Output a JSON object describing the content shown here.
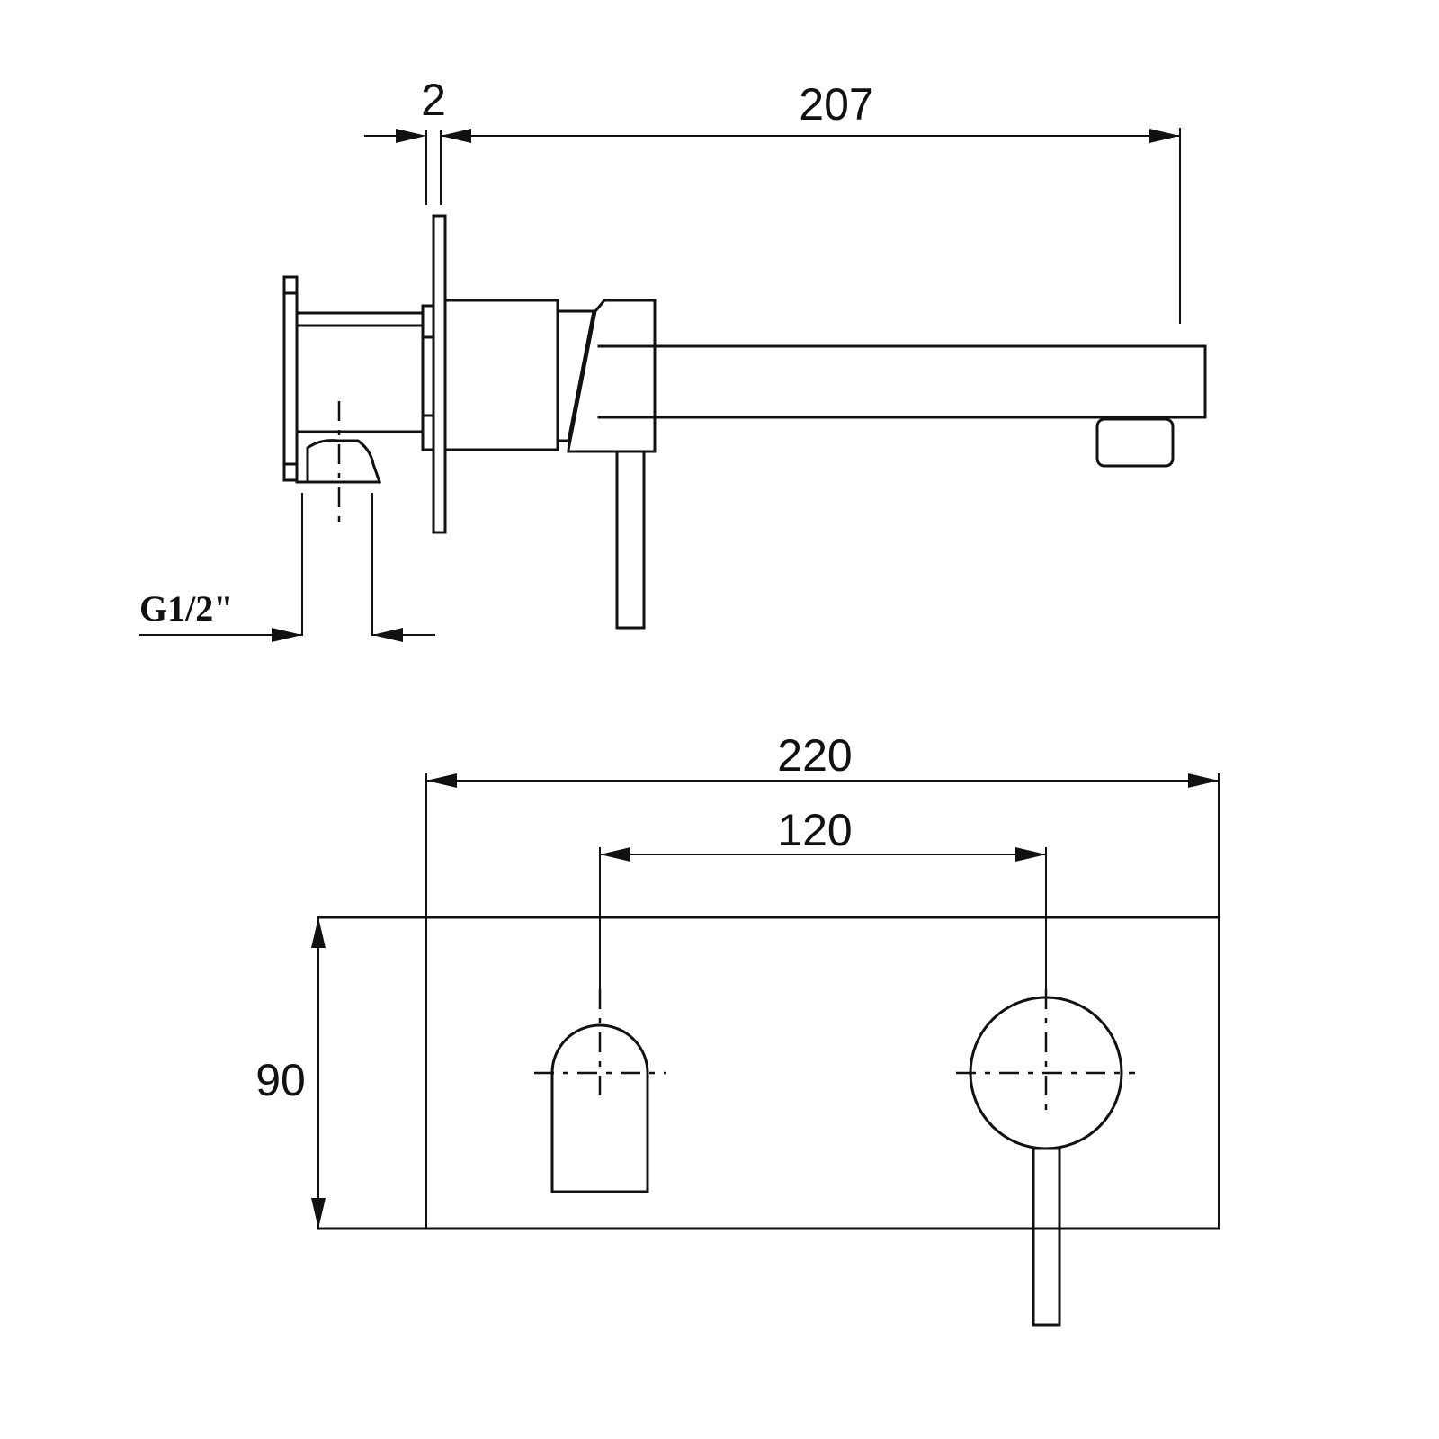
{
  "side_view": {
    "dimensions": {
      "plate_thickness": "2",
      "spout_projection": "207",
      "thread": "G1/2\""
    }
  },
  "front_view": {
    "dimensions": {
      "plate_width": "220",
      "centre_distance": "120",
      "plate_height": "90"
    }
  }
}
